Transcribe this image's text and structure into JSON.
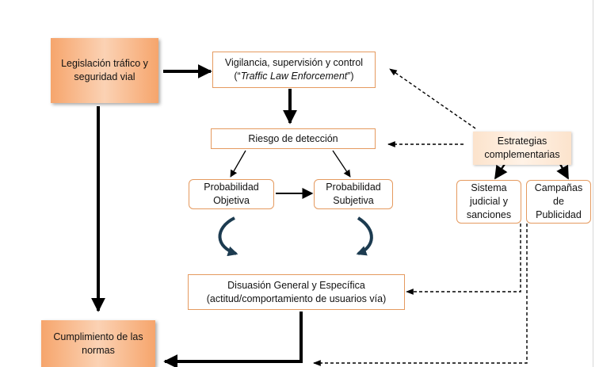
{
  "nodes": {
    "legislacion": {
      "line1": "Legislación tráfico y",
      "line2": "seguridad vial"
    },
    "vigilancia": {
      "line1": "Vigilancia, supervisión y control",
      "line2_open": "(“",
      "line2_italic": "Traffic Law Enforcement",
      "line2_close": "”)"
    },
    "riesgo": {
      "label": "Riesgo de detección"
    },
    "prob_objetiva": {
      "line1": "Probabilidad",
      "line2": "Objetiva"
    },
    "prob_subjetiva": {
      "line1": "Probabilidad",
      "line2": "Subjetiva"
    },
    "estrategias": {
      "line1": "Estrategias",
      "line2": "complementarias"
    },
    "sistema": {
      "line1": "Sistema",
      "line2": "judicial y",
      "line3": "sanciones"
    },
    "campanas": {
      "line1": "Campañas",
      "line2": "de",
      "line3": "Publicidad"
    },
    "disuasion": {
      "line1": "Disuasión General y Específica",
      "line2": "(actitud/comportamiento de usuarios vía)"
    },
    "cumplimiento": {
      "line1": "Cumplimiento de las",
      "line2": "normas"
    }
  },
  "colors": {
    "accent_orange": "#f6a56c",
    "box_border": "#e59a5f",
    "cycle_arrow": "#1c3b50",
    "arrow": "#000000"
  }
}
